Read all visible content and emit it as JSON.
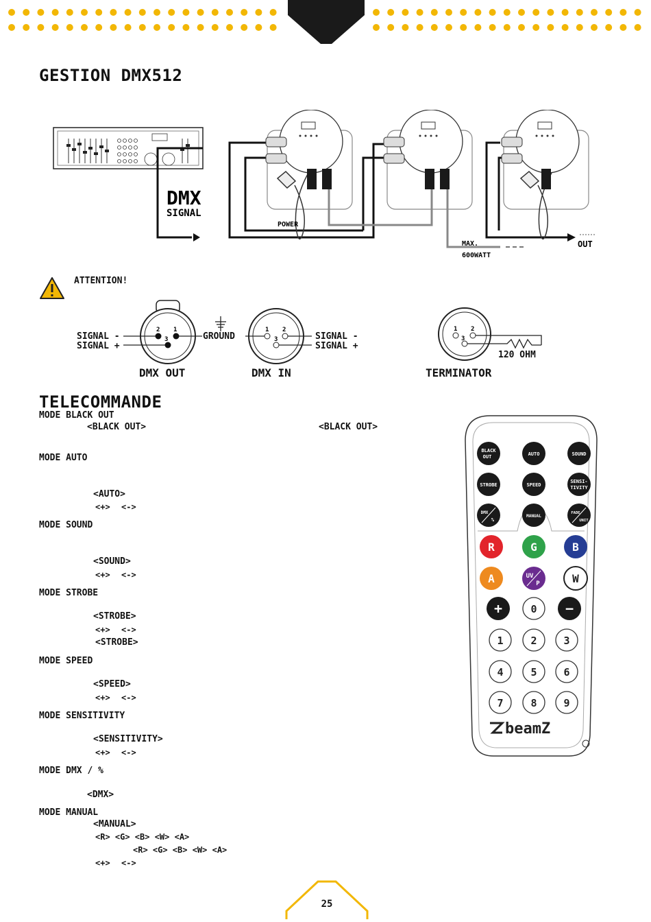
{
  "header": {
    "dot_color": "#f2b705",
    "notch_color": "#1a1a1a"
  },
  "section1": {
    "title": "GESTION DMX512"
  },
  "diagram": {
    "dmx_label": "DMX",
    "signal_label": "SIGNAL",
    "power_label": "POWER",
    "max_label": "MAX.",
    "watt_label": "600WATT",
    "out_label": "OUT"
  },
  "warning": {
    "text": "ATTENTION!"
  },
  "connectors": {
    "signal_minus": "SIGNAL -",
    "signal_plus": "SIGNAL +",
    "ground": "GROUND",
    "dmx_out": "DMX OUT",
    "dmx_in": "DMX IN",
    "terminator": "TERMINATOR",
    "ohm": "120 OHM",
    "pin1": "1",
    "pin2": "2",
    "pin3": "3"
  },
  "section2": {
    "title": "TELECOMMANDE"
  },
  "modes": {
    "black_out": {
      "title": "MODE BLACK OUT",
      "key1": "<BLACK OUT>",
      "key2": "<BLACK OUT>"
    },
    "auto": {
      "title": "MODE AUTO",
      "key": "<AUTO>",
      "plus": "<+>",
      "minus": "<->"
    },
    "sound": {
      "title": "MODE SOUND",
      "key": "<SOUND>",
      "plus": "<+>",
      "minus": "<->"
    },
    "strobe": {
      "title": "MODE STROBE",
      "key": "<STROBE>",
      "plus": "<+>",
      "minus": "<->",
      "key2": "<STROBE>"
    },
    "speed": {
      "title": "MODE SPEED",
      "key": "<SPEED>",
      "plus": "<+>",
      "minus": "<->"
    },
    "sensitivity": {
      "title": "MODE SENSITIVITY",
      "key": "<SENSITIVITY>",
      "plus": "<+>",
      "minus": "<->"
    },
    "dmx": {
      "title": "MODE DMX / %",
      "key": "<DMX>"
    },
    "manual": {
      "title": "MODE MANUAL",
      "key": "<MANUAL>",
      "colors1": "<R> <G> <B> <W> <A>",
      "colors2": "<R> <G> <B> <W> <A>",
      "plus": "<+>",
      "minus": "<->"
    }
  },
  "remote": {
    "btn_blackout": "BLACK OUT",
    "btn_auto": "AUTO",
    "btn_sound": "SOUND",
    "btn_strobe": "STROBE",
    "btn_speed": "SPEED",
    "btn_sensitivity": "SENSI-TIVITY",
    "btn_dmx": "DMX",
    "btn_dmx_pct": "%",
    "btn_manual": "MANUAL",
    "btn_fade": "FADE",
    "btn_unit": "UNIT",
    "btn_r": "R",
    "btn_g": "G",
    "btn_b": "B",
    "btn_a": "A",
    "btn_uv": "UV",
    "btn_p": "P",
    "btn_w": "W",
    "btn_plus": "+",
    "btn_zero": "0",
    "btn_minus": "−",
    "digits": [
      "1",
      "2",
      "3",
      "4",
      "5",
      "6",
      "7",
      "8",
      "9"
    ],
    "brand": "beamZ",
    "colors": {
      "red": "#e2242b",
      "green": "#2fa24a",
      "blue": "#253d94",
      "orange": "#ee8a1f",
      "purple": "#6a2c8f"
    }
  },
  "footer": {
    "page_number": "25",
    "badge_color": "#f2b705"
  }
}
